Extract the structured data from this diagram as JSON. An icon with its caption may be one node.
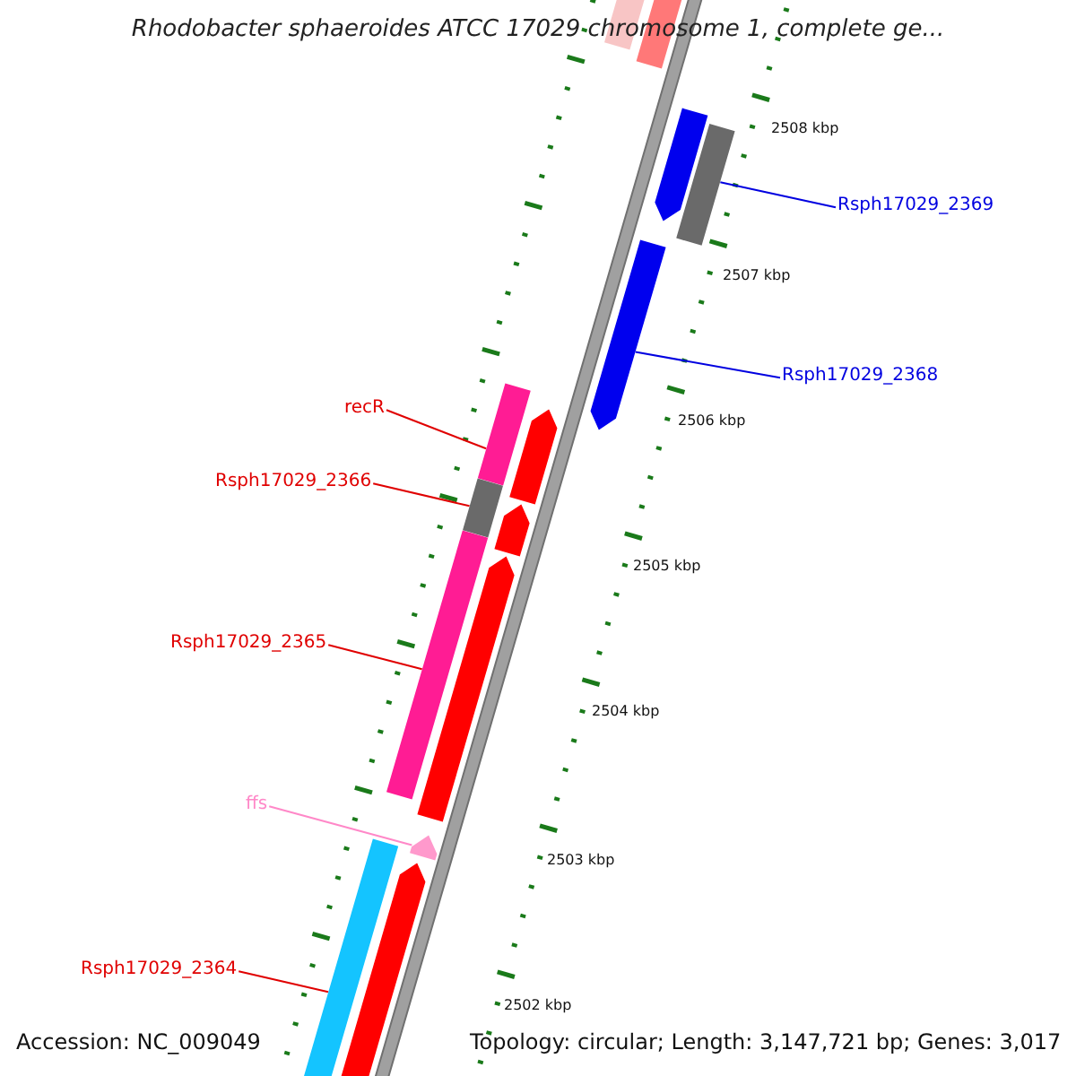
{
  "diagram": {
    "title": "Rhodobacter sphaeroides ATCC 17029 chromosome 1, complete ge...",
    "nodes": [
      {
        "text": [
          "recR"
        ]
      },
      {
        "text": [
          "Rsph17029_2366"
        ]
      },
      {
        "text": [
          "Rsph17029_2365"
        ]
      },
      {
        "text": [
          "ffs"
        ]
      },
      {
        "text": [
          "Rsph17029_2364"
        ]
      },
      {
        "text": [
          "Rsph17029_2369"
        ]
      },
      {
        "text": [
          "Rsph17029_2368"
        ]
      },
      {
        "text": [],
        "shape": "bar"
      },
      {
        "text": [],
        "shape": "bar"
      },
      {
        "text": [],
        "shape": "arrow"
      },
      {
        "text": [],
        "shape": "bar"
      },
      {
        "text": [],
        "shape": "arrow"
      },
      {
        "text": [],
        "shape": "bar"
      },
      {
        "text": [],
        "shape": "arrow"
      },
      {
        "text": [],
        "shape": "bar"
      },
      {
        "text": [],
        "shape": "arrow"
      },
      {
        "text": [],
        "shape": "bar"
      },
      {
        "text": [],
        "shape": "arrow"
      },
      {
        "text": [],
        "shape": "arrow"
      },
      {
        "text": [],
        "shape": "bar"
      },
      {
        "text": [],
        "shape": "arrow"
      }
    ],
    "edges": [
      {
        "from": 0,
        "to": 12,
        "arrow": "none"
      },
      {
        "from": 1,
        "to": 14,
        "arrow": "none"
      },
      {
        "from": 2,
        "to": 16,
        "arrow": "none"
      },
      {
        "from": 3,
        "to": 18,
        "arrow": "none",
        "color": "#ff88c8"
      },
      {
        "from": 4,
        "to": 19,
        "arrow": "none"
      },
      {
        "from": 5,
        "to": 10,
        "arrow": "none",
        "color": "#0000e0"
      },
      {
        "from": 6,
        "to": 11,
        "arrow": "none",
        "color": "#0000e0"
      }
    ],
    "labels": [
      "2508 kbp",
      "2507 kbp",
      "2506 kbp",
      "2505 kbp",
      "2504 kbp",
      "2503 kbp",
      "2502 kbp",
      "Accession: NC_009049",
      "Topology: circular; Length: 3,147,721 bp; Genes: 3,017"
    ]
  }
}
